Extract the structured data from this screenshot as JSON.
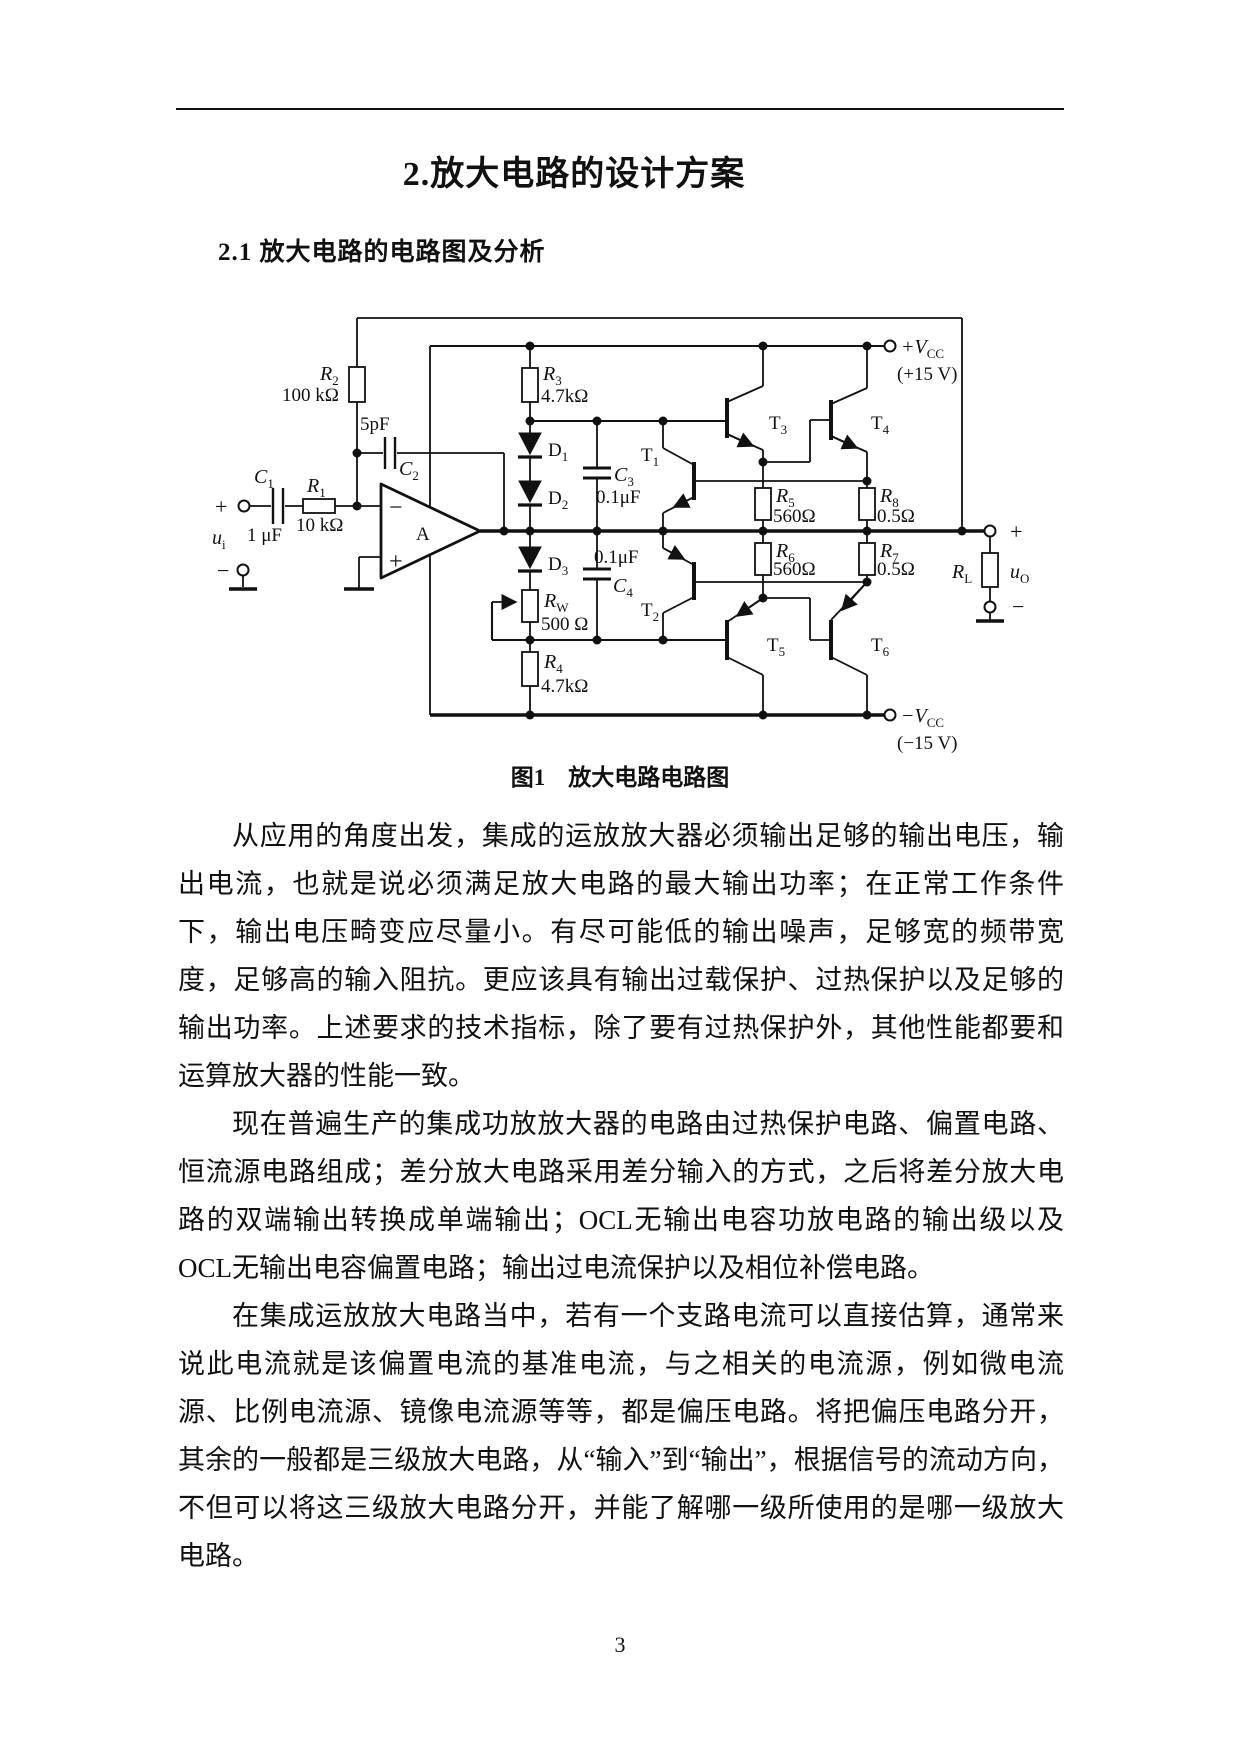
{
  "page": {
    "title": "2.放大电路的设计方案",
    "section_heading": "2.1 放大电路的电路图及分析",
    "caption": "图1　放大电路电路图",
    "page_number": "3",
    "paragraphs": [
      "从应用的角度出发，集成的运放放大器必须输出足够的输出电压，输出电流，也就是说必须满足放大电路的最大输出功率；在正常工作条件下，输出电压畸变应尽量小。有尽可能低的输出噪声，足够宽的频带宽度，足够高的输入阻抗。更应该具有输出过载保护、过热保护以及足够的输出功率。上述要求的技术指标，除了要有过热保护外，其他性能都要和运算放大器的性能一致。",
      "现在普遍生产的集成功放放大器的电路由过热保护电路、偏置电路、恒流源电路组成；差分放大电路采用差分输入的方式，之后将差分放大电路的双端输出转换成单端输出；OCL无输出电容功放电路的输出级以及OCL无输出电容偏置电路；输出过电流保护以及相位补偿电路。",
      "在集成运放放大电路当中，若有一个支路电流可以直接估算，通常来说此电流就是该偏置电流的基准电流，与之相关的电流源，例如微电流源、比例电流源、镜像电流源等等，都是偏压电路。将把偏压电路分开，其余的一般都是三级放大电路，从“输入”到“输出”，根据信号的流动方向，不但可以将这三级放大电路分开，并能了解哪一级所使用的是哪一级放大电路。"
    ]
  },
  "figure": {
    "input": {
      "plus": "+",
      "minus": "−",
      "signal": {
        "main": "u",
        "sub": "i"
      }
    },
    "output": {
      "plus": "+",
      "minus": "−",
      "signal": {
        "main": "u",
        "sub": "O"
      },
      "load": {
        "main": "R",
        "sub": "L"
      }
    },
    "opamp": {
      "label": "A",
      "inverting": "−",
      "noninverting": "+"
    },
    "supply": {
      "positive": {
        "main": "+V",
        "sub": "CC",
        "value": "(+15 V)"
      },
      "negative": {
        "main": "−V",
        "sub": "CC",
        "value": "(−15 V)"
      }
    },
    "components": {
      "C1": {
        "main": "C",
        "sub": "1",
        "value": "1 μF"
      },
      "R1": {
        "main": "R",
        "sub": "1",
        "value": "10 kΩ"
      },
      "R2": {
        "main": "R",
        "sub": "2",
        "value": "100 kΩ"
      },
      "C2": {
        "main": "C",
        "sub": "2",
        "value": "5pF"
      },
      "R3": {
        "main": "R",
        "sub": "3",
        "value": "4.7kΩ"
      },
      "R4": {
        "main": "R",
        "sub": "4",
        "value": "4.7kΩ"
      },
      "D1": {
        "main": "D",
        "sub": "1"
      },
      "D2": {
        "main": "D",
        "sub": "2"
      },
      "D3": {
        "main": "D",
        "sub": "3"
      },
      "RW": {
        "main": "R",
        "sub": "W",
        "value": "500 Ω"
      },
      "C3": {
        "main": "C",
        "sub": "3",
        "value": "0.1μF"
      },
      "C4": {
        "main": "C",
        "sub": "4",
        "value": "0.1μF"
      },
      "T1": {
        "main": "T",
        "sub": "1"
      },
      "T2": {
        "main": "T",
        "sub": "2"
      },
      "T3": {
        "main": "T",
        "sub": "3"
      },
      "T4": {
        "main": "T",
        "sub": "4"
      },
      "T5": {
        "main": "T",
        "sub": "5"
      },
      "T6": {
        "main": "T",
        "sub": "6"
      },
      "R5": {
        "main": "R",
        "sub": "5",
        "value": "560Ω"
      },
      "R6": {
        "main": "R",
        "sub": "6",
        "value": "560Ω"
      },
      "R7": {
        "main": "R",
        "sub": "7",
        "value": "0.5Ω"
      },
      "R8": {
        "main": "R",
        "sub": "8",
        "value": "0.5Ω"
      }
    }
  }
}
